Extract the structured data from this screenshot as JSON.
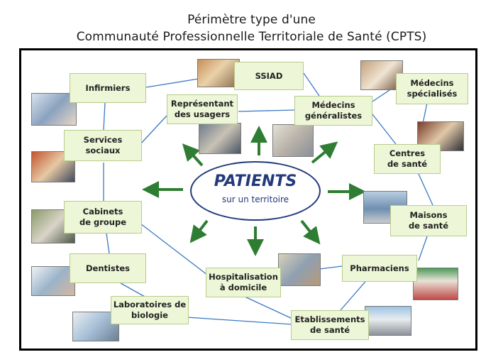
{
  "title": {
    "line1": "Périmètre type d'une",
    "line2": "Communauté Professionnelle Territoriale de Santé (CPTS)"
  },
  "center": {
    "title": "PATIENTS",
    "subtitle": "sur un territoire"
  },
  "nodes": {
    "ssiad": "SSIAD",
    "infirmiers": "Infirmiers",
    "representant": "Représentant\ndes usagers",
    "medecins_generalistes": "Médecins\ngénéralistes",
    "medecins_specialises": "Médecins\nspécialisés",
    "services_sociaux": "Services sociaux",
    "centres_sante": "Centres\nde santé",
    "cabinets_groupe": "Cabinets\nde groupe",
    "maisons_sante": "Maisons\nde santé",
    "dentistes": "Dentistes",
    "hospitalisation": "Hospitalisation\nà domicile",
    "pharmaciens": "Pharmaciens",
    "laboratoires": "Laboratoires de\nbiologie",
    "etablissements": "Etablissements\nde santé"
  },
  "colors": {
    "arrow": "#2e7d32",
    "link": "#3b79c4",
    "node_fill": "#edf6d6",
    "ellipse_border": "#23397a"
  }
}
